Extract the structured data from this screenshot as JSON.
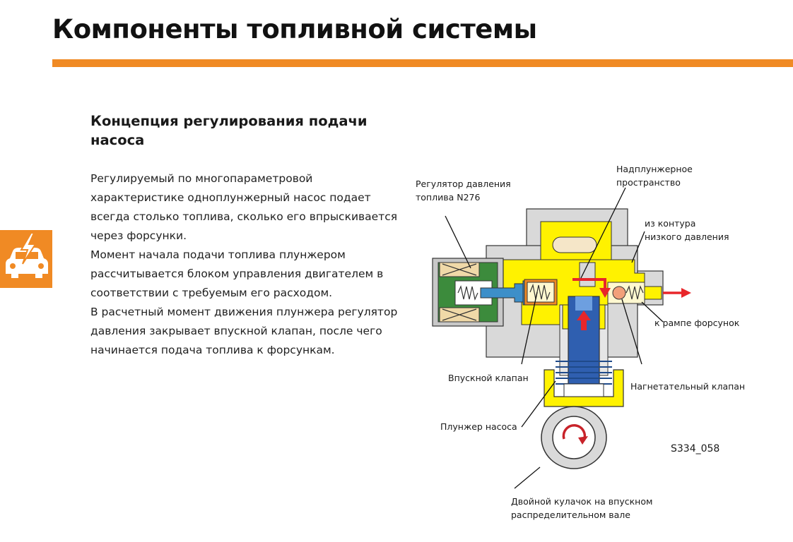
{
  "title": "Компоненты топливной системы",
  "section_heading_lines": [
    "Концепция регулирования подачи",
    "насоса"
  ],
  "paragraphs": [
    "Регулируемый по многопараметровой характеристике одноплунжерный насос подает всегда столько топлива, сколько его впрыскивается через форсунки.",
    "Момент начала подачи топлива плунжером рассчитывается блоком управления двигателем в соответствии с требуемым его расходом.",
    "В расчетный момент движения плунжера регулятор давления закрывает впускной клапан, после чего начинается подача топлива к форсункам."
  ],
  "diagram": {
    "labels": {
      "regulator": [
        "Регулятор давления",
        "топлива N276"
      ],
      "above_plunger": [
        "Надплунжерное",
        "пространство"
      ],
      "low_pressure": [
        "из контура",
        "низкого давления"
      ],
      "to_rail": "к рампе форсунок",
      "inlet_valve": "Впускной клапан",
      "outlet_valve": "Нагнетательный клапан",
      "plunger": "Плунжер насоса",
      "cam": [
        "Двойной кулачок на впускном",
        "распределительном вале"
      ],
      "figure_code": "S334_058"
    }
  },
  "colors": {
    "accent": "#f08a24",
    "housing": "#d9d9d9",
    "fuel_low": "#fff200",
    "plunger": "#2f5fb0",
    "coil": "#3c8b3c",
    "flow_arrow": "#e8262a"
  },
  "icons": {
    "side_tab": "car-electric-icon"
  }
}
